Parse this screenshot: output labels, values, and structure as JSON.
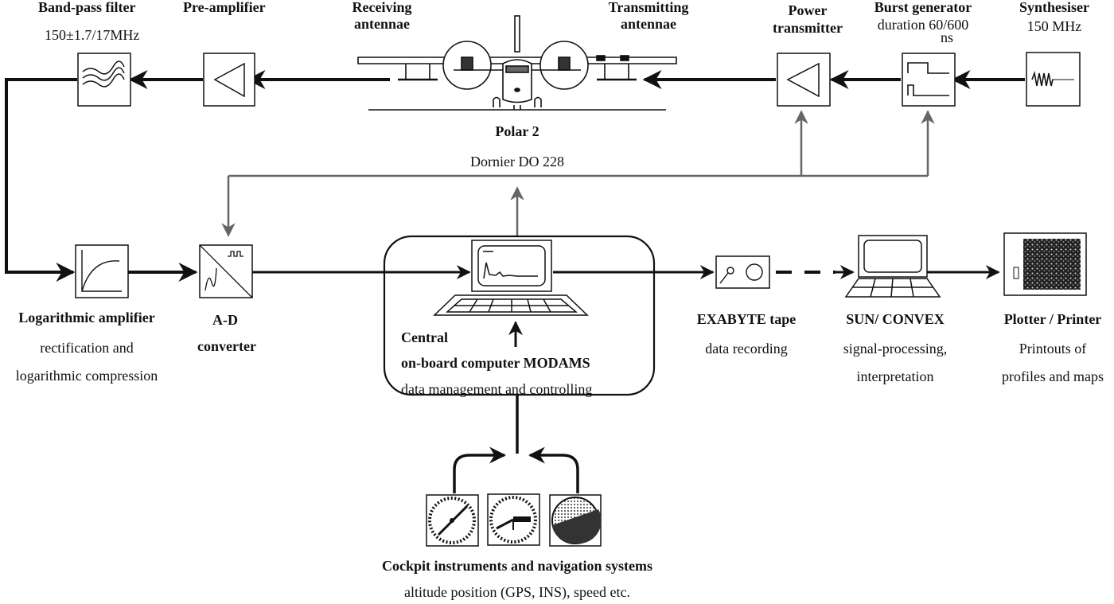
{
  "colors": {
    "ink": "#111111",
    "background": "#ffffff",
    "control_line": "#555555"
  },
  "blocks": {
    "bandpass": {
      "title": "Band-pass filter",
      "subtitle": "150±1.7/17MHz",
      "icon": "bandpass-filter-icon"
    },
    "preamp": {
      "title": "Pre-amplifier",
      "icon": "amplifier-triangle-icon"
    },
    "receiving": {
      "title_line1": "Receiving",
      "title_line2": "antennae"
    },
    "transmitting": {
      "title_line1": "Transmitting",
      "title_line2": "antennae"
    },
    "aircraft": {
      "title": "Polar 2",
      "subtitle": "Dornier DO 228",
      "icon": "aircraft-front-view-icon"
    },
    "power_tx": {
      "title_line1": "Power",
      "title_line2": "transmitter",
      "icon": "amplifier-triangle-icon"
    },
    "burst": {
      "title": "Burst generator",
      "subtitle_line1": "duration 60/600",
      "subtitle_line2": "ns",
      "icon": "pulse-waveform-icon"
    },
    "synth": {
      "title": "Synthesiser",
      "subtitle": "150 MHz",
      "icon": "oscillator-waveform-icon"
    },
    "logamp": {
      "title": "Logarithmic amplifier",
      "subtitle_line1": "rectification and",
      "subtitle_line2": "logarithmic compression",
      "icon": "log-curve-icon"
    },
    "adc": {
      "title_line1": "A-D",
      "title_line2": "converter",
      "icon": "analog-digital-converter-icon"
    },
    "modams": {
      "title_line1": "Central",
      "title_line2": "on-board computer MODAMS",
      "subtitle": "data management and controlling",
      "icon": "computer-terminal-icon"
    },
    "exabyte": {
      "title": "EXABYTE tape",
      "subtitle": "data recording",
      "icon": "tape-drive-icon"
    },
    "sun": {
      "title": "SUN/ CONVEX",
      "subtitle_line1": "signal-processing,",
      "subtitle_line2": "interpretation",
      "icon": "laptop-computer-icon"
    },
    "plotter": {
      "title": "Plotter / Printer",
      "subtitle_line1": "Printouts of",
      "subtitle_line2": "profiles and maps",
      "icon": "printout-map-icon"
    },
    "cockpit": {
      "title": "Cockpit instruments and navigation systems",
      "subtitle": "altitude  position (GPS, INS), speed etc.",
      "icons": [
        "compass-gauge-icon",
        "altimeter-gauge-icon",
        "attitude-indicator-icon"
      ]
    }
  }
}
